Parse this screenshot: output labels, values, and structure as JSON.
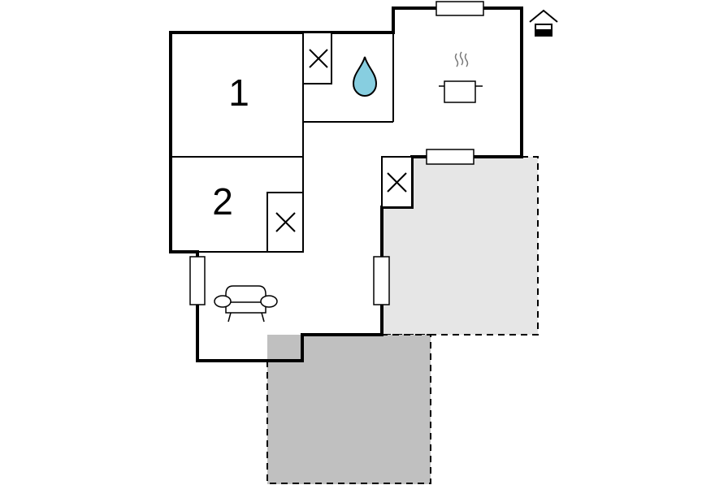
{
  "rooms": [
    {
      "id": "bedroom-1",
      "label": "1"
    },
    {
      "id": "bedroom-2",
      "label": "2"
    }
  ],
  "icons": {
    "water": "water-drop-icon",
    "kitchen": "cooking-pot-icon",
    "living": "sofa-icon",
    "exterior": "house-icon",
    "wardrobe": "wardrobe-x-icon"
  },
  "colors": {
    "wall": "#000000",
    "terrace": "#e6e6e6",
    "carport": "#c0c0c0",
    "water": "#87cee0"
  }
}
